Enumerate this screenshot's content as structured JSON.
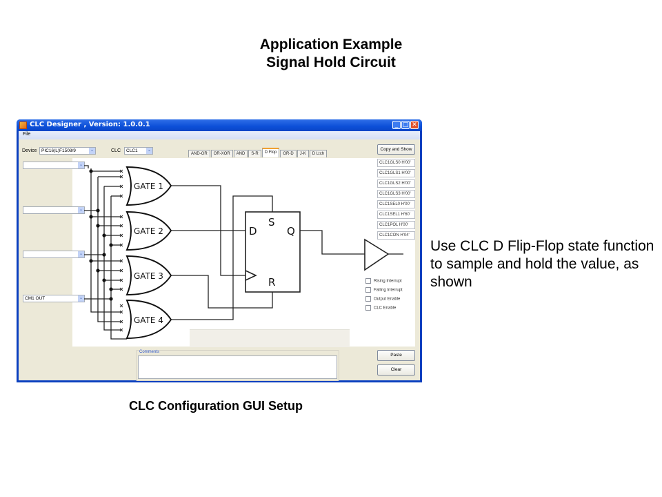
{
  "slide": {
    "title_line1": "Application Example",
    "title_line2": "Signal Hold Circuit",
    "caption": "CLC Configuration GUI Setup",
    "description": "Use CLC D Flip-Flop state function to sample and hold the value, as shown"
  },
  "window": {
    "title": "CLC Designer , Version: 1.0.0.1",
    "icon": "app-icon",
    "controls": {
      "minimize": "_",
      "maximize": "□",
      "close": "✕"
    },
    "menu": [
      "File"
    ],
    "device_label": "Device",
    "device_value": "PIC16(L)F1508/9",
    "clc_label": "CLC",
    "clc_value": "CLC1",
    "tabs": [
      {
        "label": "AND-OR",
        "active": false
      },
      {
        "label": "OR-XOR",
        "active": false
      },
      {
        "label": "AND",
        "active": false
      },
      {
        "label": "S-R",
        "active": false
      },
      {
        "label": "D Flop",
        "active": true
      },
      {
        "label": "OR-D",
        "active": false
      },
      {
        "label": "J-K",
        "active": false
      },
      {
        "label": "D Ltch",
        "active": false
      }
    ],
    "input_selects": [
      "",
      "",
      "",
      "CM1 OUT"
    ],
    "diagram": {
      "gates": [
        "GATE 1",
        "GATE 2",
        "GATE 3",
        "GATE 4"
      ],
      "flipflop": {
        "d": "D",
        "s": "S",
        "q": "Q",
        "r": "R"
      }
    },
    "copy_show_label": "Copy and Show",
    "registers": [
      "CLC1GLS0  H'00'",
      "CLC1GLS1  H'00'",
      "CLC1GLS2  H'00'",
      "CLC1GLS3  H'00'",
      "CLC1SEL0  H'00'",
      "CLC1SEL1  H'60'",
      "CLC1POL  H'00'",
      "CLC1CON  H'04'"
    ],
    "checkboxes": [
      {
        "label": "Rising Interrupt",
        "checked": false
      },
      {
        "label": "Falling Interrupt",
        "checked": false
      },
      {
        "label": "Output Enable",
        "checked": false
      },
      {
        "label": "CLC Enable",
        "checked": false
      }
    ],
    "comments_label": "Comments",
    "comments_value": "",
    "paste_label": "Paste",
    "clear_label": "Clear"
  }
}
